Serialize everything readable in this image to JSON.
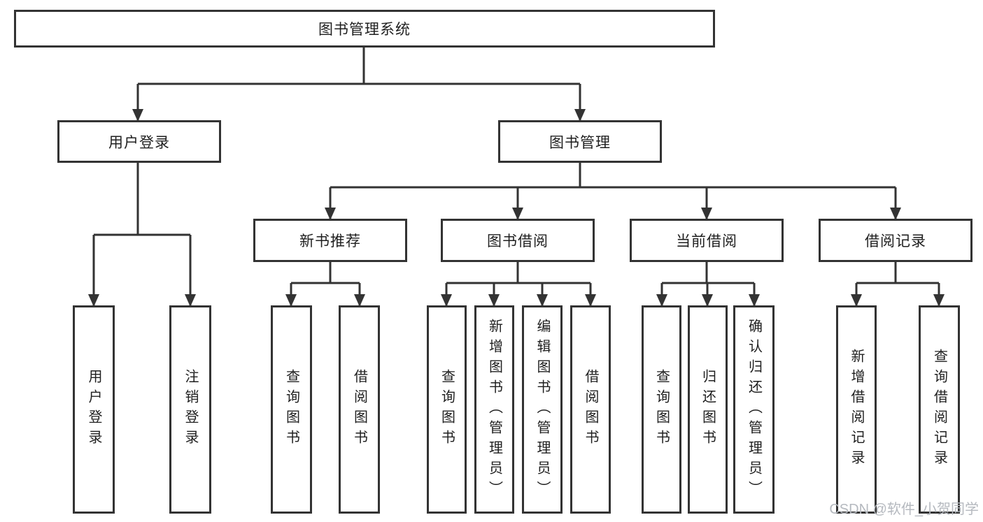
{
  "diagram": {
    "watermark": "CSDN @软件_小贺同学",
    "colors": {
      "line": "#333333",
      "text": "#1f1f1f",
      "background": "#ffffff",
      "watermark": "#b5b9bf"
    },
    "nodes": {
      "root": "图书管理系统",
      "user_login": "用户登录",
      "book_mgmt": "图书管理",
      "new_book": "新书推荐",
      "book_borrow": "图书借阅",
      "current_borrow": "当前借阅",
      "borrow_record": "借阅记录",
      "ul_user_login": "用户登录",
      "ul_logout": "注销登录",
      "nb_query_book": "查询图书",
      "nb_borrow_book": "借阅图书",
      "bb_query_book": "查询图书",
      "bb_add_book": "新增图书（管理员）",
      "bb_edit_book": "编辑图书（管理员）",
      "bb_borrow_book": "借阅图书",
      "cb_query_book": "查询图书",
      "cb_return_book": "归还图书",
      "cb_confirm_return": "确认归还（管理员）",
      "br_add_record": "新增借阅记录",
      "br_query_record": "查询借阅记录"
    }
  }
}
